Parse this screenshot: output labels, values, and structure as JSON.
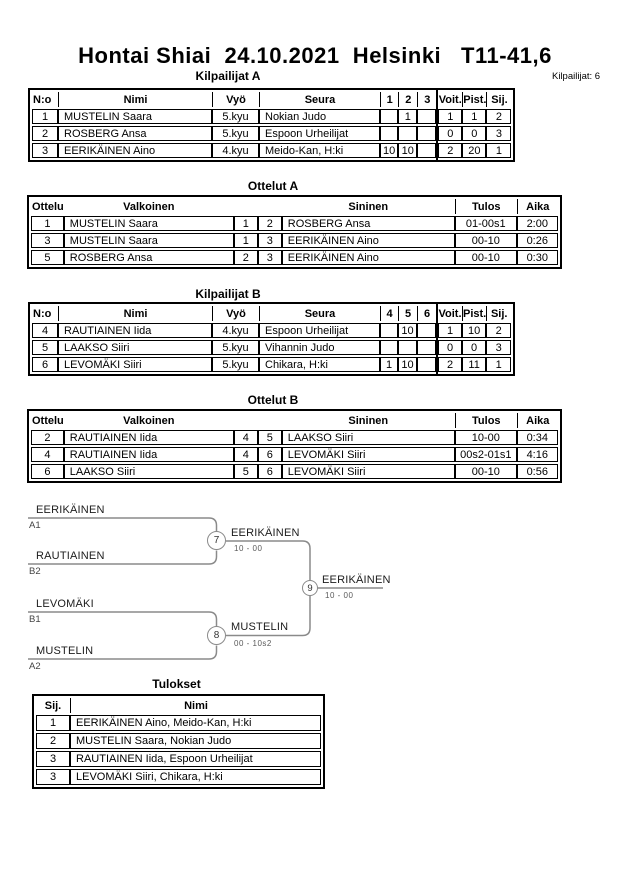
{
  "header": {
    "title": "Hontai Shiai  24.10.2021  Helsinki   T11-41,6",
    "competitors_label": "Kilpailijat: 6"
  },
  "pool_a": {
    "title": "Kilpailijat A",
    "columns": {
      "no": "N:o",
      "name": "Nimi",
      "belt": "Vyö",
      "club": "Seura",
      "c1": "1",
      "c2": "2",
      "c3": "3",
      "wins": "Voit.",
      "points": "Pist.",
      "place": "Sij."
    },
    "rows": [
      {
        "no": "1",
        "name": "MUSTELIN Saara",
        "belt": "5.kyu",
        "club": "Nokian Judo",
        "s1": "",
        "s2": "1",
        "s3": "",
        "wins": "1",
        "points": "1",
        "place": "2"
      },
      {
        "no": "2",
        "name": "ROSBERG Ansa",
        "belt": "5.kyu",
        "club": "Espoon Urheilijat",
        "s1": "",
        "s2": "",
        "s3": "",
        "wins": "0",
        "points": "0",
        "place": "3"
      },
      {
        "no": "3",
        "name": "EERIKÄINEN Aino",
        "belt": "4.kyu",
        "club": "Meido-Kan, H:ki",
        "s1": "10",
        "s2": "10",
        "s3": "",
        "wins": "2",
        "points": "20",
        "place": "1"
      }
    ]
  },
  "matches_a": {
    "title": "Ottelut A",
    "columns": {
      "match": "Ottelu",
      "white": "Valkoinen",
      "blue": "Sininen",
      "result": "Tulos",
      "time": "Aika"
    },
    "rows": [
      {
        "no": "1",
        "white": "MUSTELIN Saara",
        "wn": "1",
        "bn": "2",
        "blue": "ROSBERG Ansa",
        "result": "01-00s1",
        "time": "2:00"
      },
      {
        "no": "3",
        "white": "MUSTELIN Saara",
        "wn": "1",
        "bn": "3",
        "blue": "EERIKÄINEN Aino",
        "result": "00-10",
        "time": "0:26"
      },
      {
        "no": "5",
        "white": "ROSBERG Ansa",
        "wn": "2",
        "bn": "3",
        "blue": "EERIKÄINEN Aino",
        "result": "00-10",
        "time": "0:30"
      }
    ]
  },
  "pool_b": {
    "title": "Kilpailijat B",
    "columns": {
      "no": "N:o",
      "name": "Nimi",
      "belt": "Vyö",
      "club": "Seura",
      "c1": "4",
      "c2": "5",
      "c3": "6",
      "wins": "Voit.",
      "points": "Pist.",
      "place": "Sij."
    },
    "rows": [
      {
        "no": "4",
        "name": "RAUTIAINEN Iida",
        "belt": "4.kyu",
        "club": "Espoon Urheilijat",
        "s1": "",
        "s2": "10",
        "s3": "",
        "wins": "1",
        "points": "10",
        "place": "2"
      },
      {
        "no": "5",
        "name": "LAAKSO Siiri",
        "belt": "5.kyu",
        "club": "Vihannin Judo",
        "s1": "",
        "s2": "",
        "s3": "",
        "wins": "0",
        "points": "0",
        "place": "3"
      },
      {
        "no": "6",
        "name": "LEVOMÄKI Siiri",
        "belt": "5.kyu",
        "club": "Chikara, H:ki",
        "s1": "1",
        "s2": "10",
        "s3": "",
        "wins": "2",
        "points": "11",
        "place": "1"
      }
    ]
  },
  "matches_b": {
    "title": "Ottelut B",
    "columns": {
      "match": "Ottelu",
      "white": "Valkoinen",
      "blue": "Sininen",
      "result": "Tulos",
      "time": "Aika"
    },
    "rows": [
      {
        "no": "2",
        "white": "RAUTIAINEN Iida",
        "wn": "4",
        "bn": "5",
        "blue": "LAAKSO Siiri",
        "result": "10-00",
        "time": "0:34"
      },
      {
        "no": "4",
        "white": "RAUTIAINEN Iida",
        "wn": "4",
        "bn": "6",
        "blue": "LEVOMÄKI Siiri",
        "result": "00s2-01s1",
        "time": "4:16"
      },
      {
        "no": "6",
        "white": "LAAKSO Siiri",
        "wn": "5",
        "bn": "6",
        "blue": "LEVOMÄKI Siiri",
        "result": "00-10",
        "time": "0:56"
      }
    ]
  },
  "bracket": {
    "seeds": [
      {
        "name": "EERIKÄINEN",
        "seed": "A1"
      },
      {
        "name": "RAUTIAINEN",
        "seed": "B2"
      },
      {
        "name": "LEVOMÄKI",
        "seed": "B1"
      },
      {
        "name": "MUSTELIN",
        "seed": "A2"
      }
    ],
    "matches": [
      {
        "number": "7",
        "winner": "EERIKÄINEN",
        "score": "10 - 00"
      },
      {
        "number": "8",
        "winner": "MUSTELIN",
        "score": "00 - 10s2"
      },
      {
        "number": "9",
        "winner": "EERIKÄINEN",
        "score": "10 - 00"
      }
    ],
    "line_color": "#8a8a8a"
  },
  "results": {
    "title": "Tulokset",
    "columns": {
      "place": "Sij.",
      "name": "Nimi"
    },
    "rows": [
      {
        "place": "1",
        "name": "EERIKÄINEN Aino, Meido-Kan, H:ki"
      },
      {
        "place": "2",
        "name": "MUSTELIN Saara, Nokian Judo"
      },
      {
        "place": "3",
        "name": "RAUTIAINEN Iida, Espoon Urheilijat"
      },
      {
        "place": "3",
        "name": "LEVOMÄKI Siiri, Chikara, H:ki"
      }
    ]
  }
}
